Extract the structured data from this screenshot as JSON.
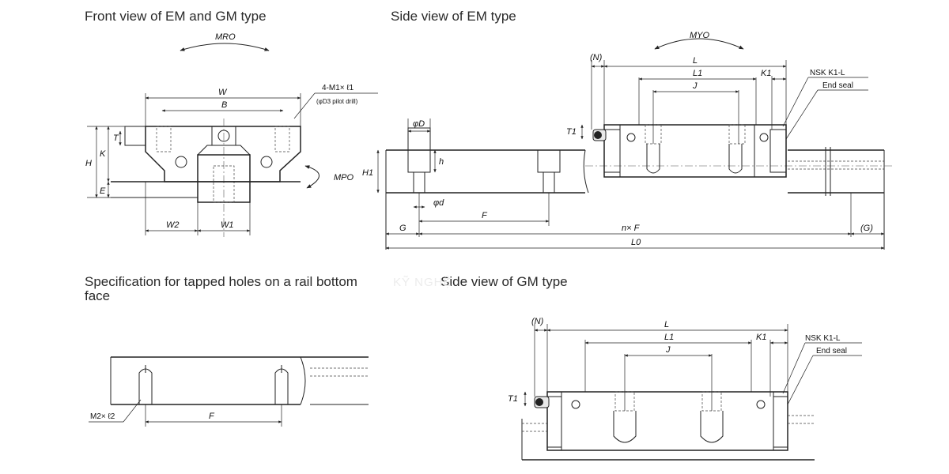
{
  "titles": {
    "front_view": "Front view of EM and GM type",
    "side_view_em": "Side view of EM type",
    "tapped_holes": "Specification for tapped holes on a rail bottom face",
    "side_view_gm": "Side view of GM type"
  },
  "labels": {
    "m_ro": "MRO",
    "m_yo": "MYO",
    "m_po": "MPO",
    "w": "W",
    "b": "B",
    "t": "T",
    "h": "H",
    "k": "K",
    "e": "E",
    "w2": "W2",
    "w1": "W1",
    "mounting_holes": "4-M1× ℓ1",
    "pilot_drill": "(φD3 pilot drill)",
    "phi_d_big": "φD",
    "h_small": "h",
    "h1": "H1",
    "phi_d_small": "φd",
    "f": "F",
    "g": "G",
    "n_times_f": "n× F",
    "g_paren": "(G)",
    "l0": "L0",
    "n_paren": "(N)",
    "l": "L",
    "l1": "L1",
    "k1": "K1",
    "j": "J",
    "t1": "T1",
    "nsk_k1": "NSK K1-L",
    "end_seal": "End seal",
    "m2_l2": "M2× ℓ2",
    "watermark": "KỸ NGHỆ"
  }
}
